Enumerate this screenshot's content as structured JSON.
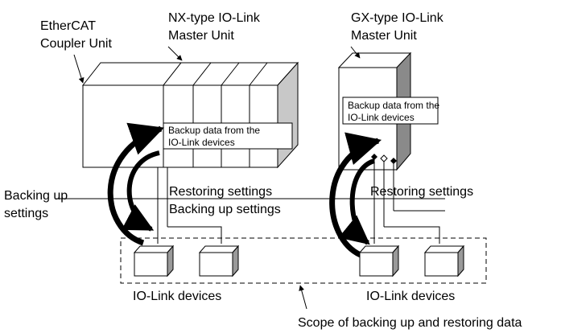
{
  "labels": {
    "coupler_line1": "EtherCAT",
    "coupler_line2": "Coupler Unit",
    "nx_line1": "NX-type IO-Link",
    "nx_line2": "Master Unit",
    "gx_line1": "GX-type IO-Link",
    "gx_line2": "Master Unit",
    "nx_backup_line1": "Backup data from the",
    "nx_backup_line2": "IO-Link devices",
    "gx_backup_line1": "Backup data from the",
    "gx_backup_line2": "IO-Link devices",
    "backing_up_line1": "Backing up",
    "backing_up_line2": "settings",
    "restoring_nx": "Restoring settings",
    "backing_up_nx": "Backing up settings",
    "restoring_gx": "Restoring settings",
    "devices_left": "IO-Link devices",
    "devices_right": "IO-Link devices",
    "scope": "Scope of backing up and restoring data"
  }
}
